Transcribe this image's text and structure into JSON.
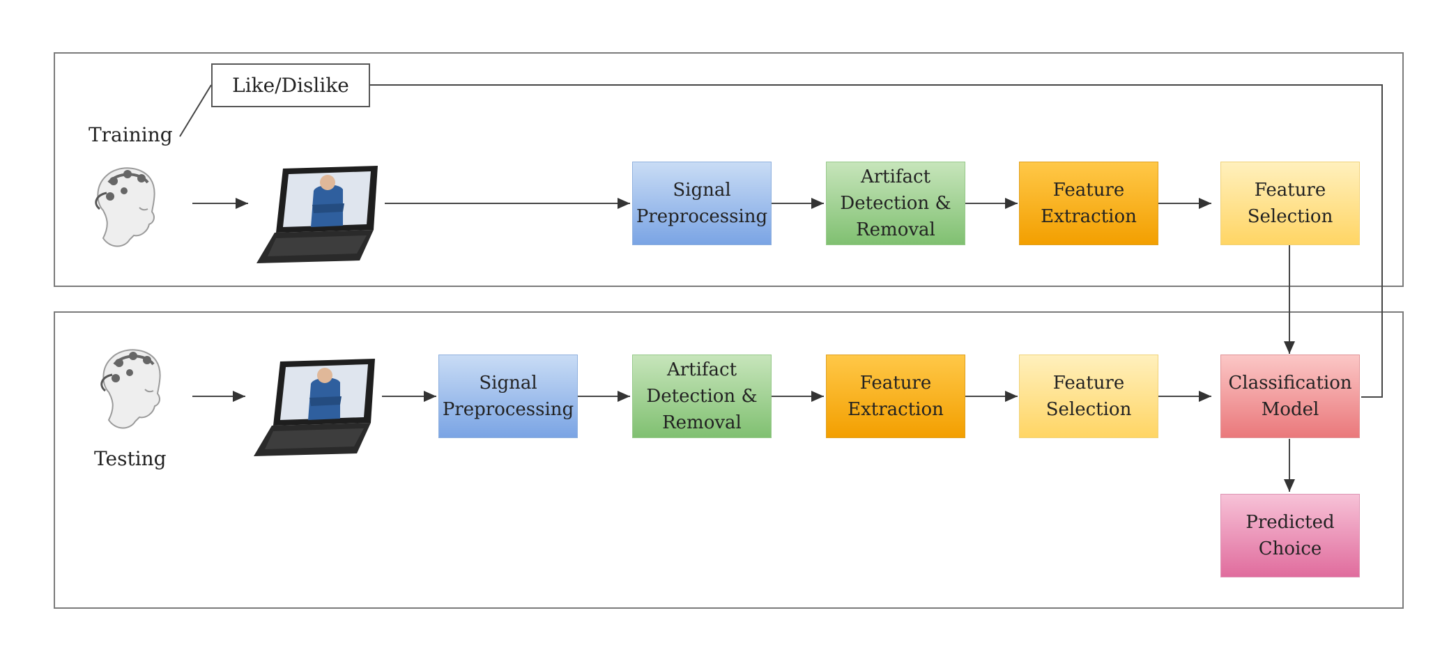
{
  "training": {
    "label": "Training",
    "feedback_label": "Like/Dislike",
    "stages": {
      "signal": "Signal\nPreprocessing",
      "artifact": "Artifact\nDetection &\nRemoval",
      "extraction": "Feature\nExtraction",
      "selection": "Feature\nSelection"
    }
  },
  "testing": {
    "label": "Testing",
    "stages": {
      "signal": "Signal\nPreprocessing",
      "artifact": "Artifact\nDetection &\nRemoval",
      "extraction": "Feature\nExtraction",
      "selection": "Feature\nSelection",
      "classification": "Classification\nModel",
      "prediction": "Predicted\nChoice"
    }
  },
  "colors": {
    "signal": "#8fb3e8",
    "artifact": "#8cc67d",
    "extraction": "#f7a810",
    "selection": "#ffdc7a",
    "classification": "#ee8a8c",
    "prediction": "#e47aa6",
    "lines": "#444444",
    "panel_border": "#7a7a7a"
  },
  "icons": [
    "eeg-head-icon",
    "laptop-video-icon"
  ]
}
